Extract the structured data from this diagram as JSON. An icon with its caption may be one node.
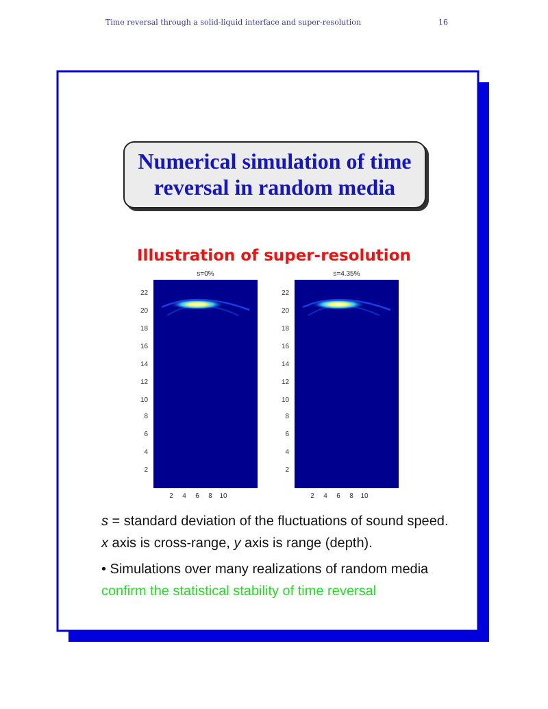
{
  "diagram": {
    "title": "Illustration of super-resolution",
    "nodes": [
      {
        "text": [
          "Numerical simulation of time reversal in random media"
        ]
      }
    ],
    "edges": [],
    "labels": [
      "Time reversal through a solid-liquid interface and super-resolution",
      "16",
      "s=0%",
      "22",
      "20",
      "18",
      "16",
      "14",
      "12",
      "10",
      "8",
      "6",
      "4",
      "2",
      "2",
      "4",
      "6",
      "8",
      "10",
      "s=4.35%",
      "22",
      "20",
      "18",
      "16",
      "14",
      "12",
      "10",
      "8",
      "6",
      "4",
      "2",
      "2",
      "4",
      "6",
      "8",
      "10",
      "*s* = standard deviation of the fluctuations of sound speed.",
      "*x* axis is cross-range, *y* axis is range (depth).",
      "• Simulations over many realizations of random media",
      "confirm the statistical stability of time reversal"
    ]
  }
}
